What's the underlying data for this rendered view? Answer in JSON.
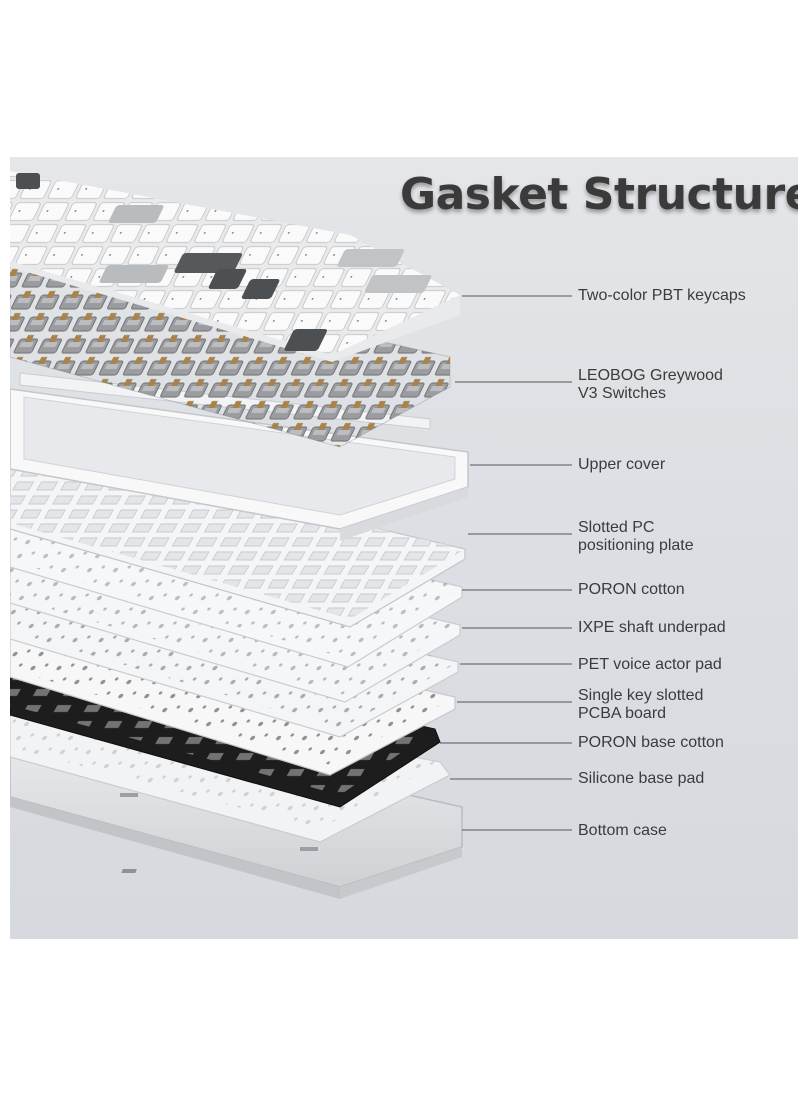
{
  "title": "Gasket Structure",
  "layers": [
    {
      "lines": [
        "Two-color PBT keycaps"
      ]
    },
    {
      "lines": [
        "LEOBOG Greywood",
        "V3 Switches"
      ]
    },
    {
      "lines": [
        "Upper cover"
      ]
    },
    {
      "lines": [
        "Slotted PC",
        "positioning plate"
      ]
    },
    {
      "lines": [
        "PORON cotton"
      ]
    },
    {
      "lines": [
        "IXPE shaft underpad"
      ]
    },
    {
      "lines": [
        "PET voice actor pad"
      ]
    },
    {
      "lines": [
        "Single key slotted",
        "PCBA board"
      ]
    },
    {
      "lines": [
        "PORON base cotton"
      ]
    },
    {
      "lines": [
        "Silicone base pad"
      ]
    },
    {
      "lines": [
        "Bottom case"
      ]
    }
  ],
  "colors": {
    "background": "#dcdfe3",
    "text": "#3b3b3b",
    "leader_line": "#555555",
    "keycap_white": "#f4f4f4",
    "keycap_light_grey": "#b9bcbf",
    "keycap_dark_grey": "#4d5053",
    "switch_housing": "#8a8c90",
    "switch_stem": "#a07a40",
    "plate_white": "#f6f6f6",
    "base_cotton": "#1c1c1c",
    "case_silver": "#e2e3e6"
  }
}
